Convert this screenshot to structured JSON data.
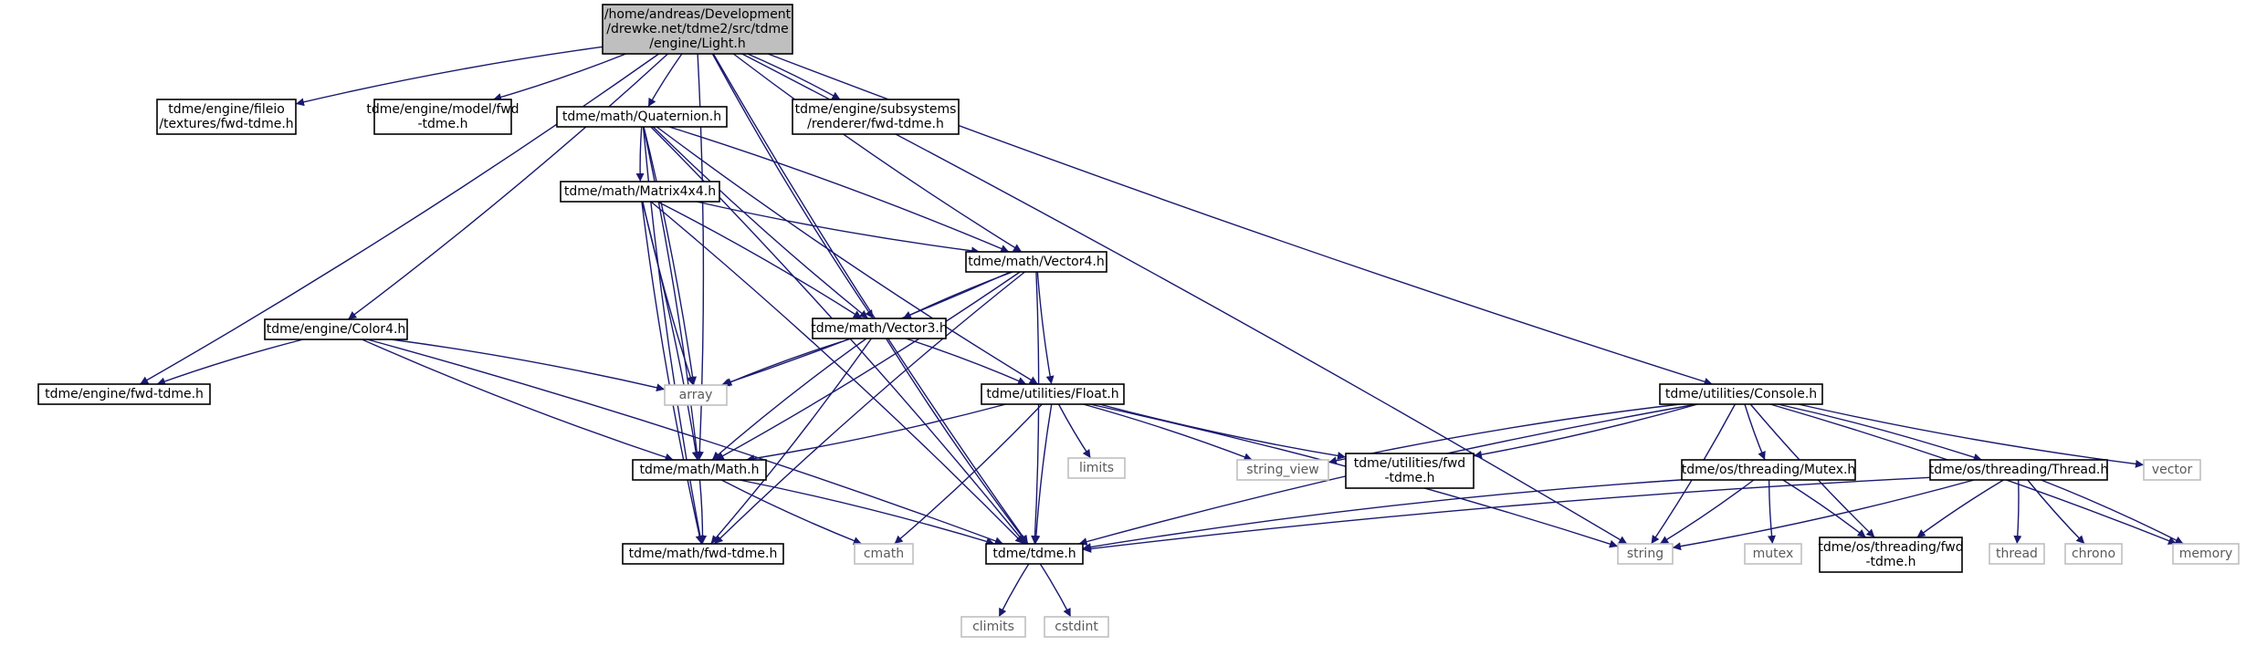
{
  "graph": {
    "edge_color": "#191970",
    "root_fill": "#bfbfbf",
    "nodes": [
      {
        "id": "light",
        "lines": [
          "/home/andreas/Development",
          "/drewke.net/tdme2/src/tdme",
          "/engine/Light.h"
        ],
        "kind": "root"
      },
      {
        "id": "fileio",
        "lines": [
          "tdme/engine/fileio",
          "/textures/fwd-tdme.h"
        ],
        "kind": "header"
      },
      {
        "id": "model",
        "lines": [
          "tdme/engine/model/fwd",
          "-tdme.h"
        ],
        "kind": "header"
      },
      {
        "id": "quat",
        "lines": [
          "tdme/math/Quaternion.h"
        ],
        "kind": "header"
      },
      {
        "id": "renderer",
        "lines": [
          "tdme/engine/subsystems",
          "/renderer/fwd-tdme.h"
        ],
        "kind": "header"
      },
      {
        "id": "matrix",
        "lines": [
          "tdme/math/Matrix4x4.h"
        ],
        "kind": "header"
      },
      {
        "id": "vec4",
        "lines": [
          "tdme/math/Vector4.h"
        ],
        "kind": "header"
      },
      {
        "id": "color4",
        "lines": [
          "tdme/engine/Color4.h"
        ],
        "kind": "header"
      },
      {
        "id": "vec3",
        "lines": [
          "tdme/math/Vector3.h"
        ],
        "kind": "header"
      },
      {
        "id": "enginefwd",
        "lines": [
          "tdme/engine/fwd-tdme.h"
        ],
        "kind": "header"
      },
      {
        "id": "array",
        "lines": [
          "array"
        ],
        "kind": "system"
      },
      {
        "id": "float",
        "lines": [
          "tdme/utilities/Float.h"
        ],
        "kind": "header"
      },
      {
        "id": "console",
        "lines": [
          "tdme/utilities/Console.h"
        ],
        "kind": "header"
      },
      {
        "id": "mathh",
        "lines": [
          "tdme/math/Math.h"
        ],
        "kind": "header"
      },
      {
        "id": "limits",
        "lines": [
          "limits"
        ],
        "kind": "system"
      },
      {
        "id": "stringview",
        "lines": [
          "string_view"
        ],
        "kind": "system"
      },
      {
        "id": "utilfwd",
        "lines": [
          "tdme/utilities/fwd",
          "-tdme.h"
        ],
        "kind": "header"
      },
      {
        "id": "mutexh",
        "lines": [
          "tdme/os/threading/Mutex.h"
        ],
        "kind": "header"
      },
      {
        "id": "threadh",
        "lines": [
          "tdme/os/threading/Thread.h"
        ],
        "kind": "header"
      },
      {
        "id": "vector",
        "lines": [
          "vector"
        ],
        "kind": "system"
      },
      {
        "id": "mathfwd",
        "lines": [
          "tdme/math/fwd-tdme.h"
        ],
        "kind": "header"
      },
      {
        "id": "cmath",
        "lines": [
          "cmath"
        ],
        "kind": "system"
      },
      {
        "id": "tdmeh",
        "lines": [
          "tdme/tdme.h"
        ],
        "kind": "header"
      },
      {
        "id": "string",
        "lines": [
          "string"
        ],
        "kind": "system"
      },
      {
        "id": "mutex",
        "lines": [
          "mutex"
        ],
        "kind": "system"
      },
      {
        "id": "threadfwd",
        "lines": [
          "tdme/os/threading/fwd",
          "-tdme.h"
        ],
        "kind": "header"
      },
      {
        "id": "thread",
        "lines": [
          "thread"
        ],
        "kind": "system"
      },
      {
        "id": "chrono",
        "lines": [
          "chrono"
        ],
        "kind": "system"
      },
      {
        "id": "memory",
        "lines": [
          "memory"
        ],
        "kind": "system"
      },
      {
        "id": "climits",
        "lines": [
          "climits"
        ],
        "kind": "system"
      },
      {
        "id": "cstdint",
        "lines": [
          "cstdint"
        ],
        "kind": "system"
      }
    ],
    "edges": [
      [
        "light",
        "fileio"
      ],
      [
        "light",
        "model"
      ],
      [
        "light",
        "quat"
      ],
      [
        "light",
        "renderer"
      ],
      [
        "light",
        "vec4"
      ],
      [
        "light",
        "color4"
      ],
      [
        "light",
        "vec3"
      ],
      [
        "light",
        "enginefwd"
      ],
      [
        "light",
        "console"
      ],
      [
        "light",
        "mathh"
      ],
      [
        "light",
        "tdmeh"
      ],
      [
        "light",
        "string"
      ],
      [
        "quat",
        "matrix"
      ],
      [
        "quat",
        "vec4"
      ],
      [
        "quat",
        "vec3"
      ],
      [
        "quat",
        "array"
      ],
      [
        "quat",
        "float"
      ],
      [
        "quat",
        "mathh"
      ],
      [
        "quat",
        "mathfwd"
      ],
      [
        "quat",
        "tdmeh"
      ],
      [
        "matrix",
        "vec4"
      ],
      [
        "matrix",
        "vec3"
      ],
      [
        "matrix",
        "array"
      ],
      [
        "matrix",
        "mathh"
      ],
      [
        "matrix",
        "mathfwd"
      ],
      [
        "matrix",
        "tdmeh"
      ],
      [
        "vec4",
        "vec3"
      ],
      [
        "vec4",
        "array"
      ],
      [
        "vec4",
        "float"
      ],
      [
        "vec4",
        "mathh"
      ],
      [
        "vec4",
        "mathfwd"
      ],
      [
        "vec4",
        "tdmeh"
      ],
      [
        "color4",
        "enginefwd"
      ],
      [
        "color4",
        "array"
      ],
      [
        "color4",
        "mathh"
      ],
      [
        "color4",
        "tdmeh"
      ],
      [
        "vec3",
        "array"
      ],
      [
        "vec3",
        "float"
      ],
      [
        "vec3",
        "mathh"
      ],
      [
        "vec3",
        "mathfwd"
      ],
      [
        "vec3",
        "tdmeh"
      ],
      [
        "float",
        "mathh"
      ],
      [
        "float",
        "limits"
      ],
      [
        "float",
        "stringview"
      ],
      [
        "float",
        "utilfwd"
      ],
      [
        "float",
        "cmath"
      ],
      [
        "float",
        "tdmeh"
      ],
      [
        "float",
        "string"
      ],
      [
        "console",
        "stringview"
      ],
      [
        "console",
        "utilfwd"
      ],
      [
        "console",
        "mutexh"
      ],
      [
        "console",
        "threadh"
      ],
      [
        "console",
        "vector"
      ],
      [
        "console",
        "memory"
      ],
      [
        "console",
        "tdmeh"
      ],
      [
        "console",
        "string"
      ],
      [
        "console",
        "threadfwd"
      ],
      [
        "mathh",
        "mathfwd"
      ],
      [
        "mathh",
        "cmath"
      ],
      [
        "mathh",
        "tdmeh"
      ],
      [
        "mutexh",
        "tdmeh"
      ],
      [
        "mutexh",
        "string"
      ],
      [
        "mutexh",
        "mutex"
      ],
      [
        "mutexh",
        "threadfwd"
      ],
      [
        "threadh",
        "tdmeh"
      ],
      [
        "threadh",
        "string"
      ],
      [
        "threadh",
        "threadfwd"
      ],
      [
        "threadh",
        "thread"
      ],
      [
        "threadh",
        "chrono"
      ],
      [
        "threadh",
        "memory"
      ],
      [
        "tdmeh",
        "climits"
      ],
      [
        "tdmeh",
        "cstdint"
      ]
    ]
  }
}
